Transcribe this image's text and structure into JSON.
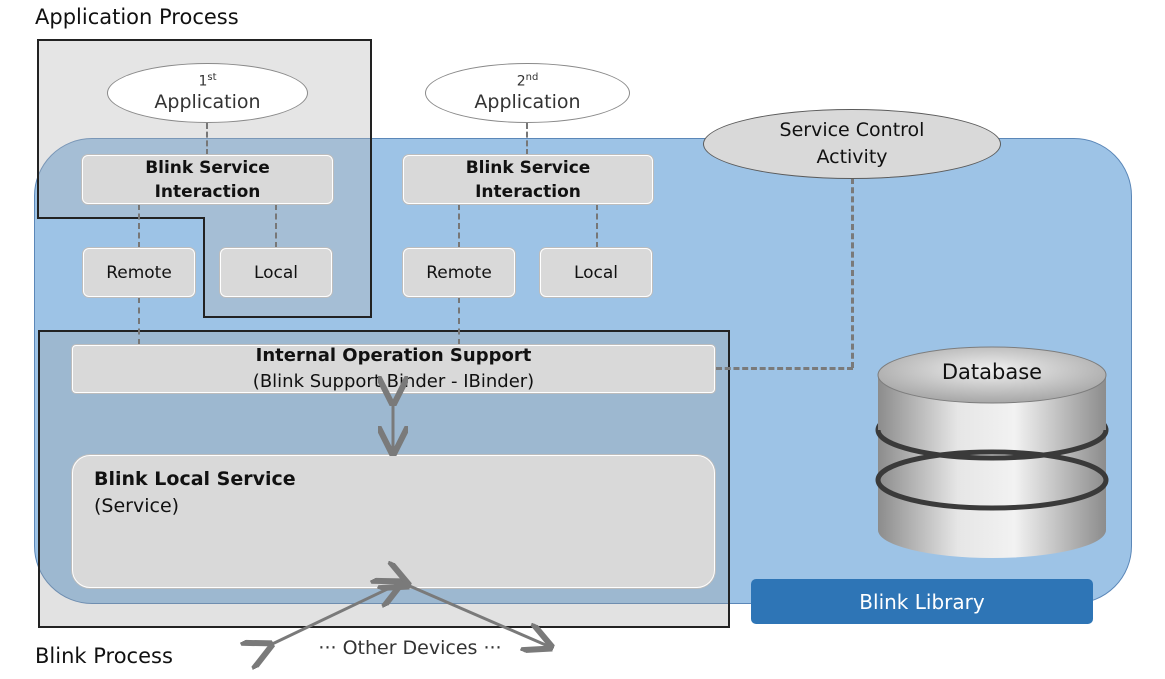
{
  "regions": {
    "application_process": "Application Process",
    "blink_process": "Blink Process"
  },
  "apps": [
    {
      "ordinal": "1",
      "suffix": "st",
      "label": "Application"
    },
    {
      "ordinal": "2",
      "suffix": "nd",
      "label": "Application"
    }
  ],
  "service_control": {
    "line1": "Service Control",
    "line2": "Activity"
  },
  "interaction_boxes": [
    {
      "line1": "Blink Service",
      "line2": "Interaction",
      "remote": "Remote",
      "local": "Local"
    },
    {
      "line1": "Blink Service",
      "line2": "Interaction",
      "remote": "Remote",
      "local": "Local"
    }
  ],
  "internal_support": {
    "title": "Internal Operation Support",
    "subtitle": "(Blink Support Binder - IBinder)"
  },
  "local_service": {
    "title": "Blink Local Service",
    "subtitle": "(Service)"
  },
  "database": {
    "label": "Database"
  },
  "library": {
    "label": "Blink Library"
  },
  "other_devices": {
    "label": "··· Other Devices ···"
  },
  "colors": {
    "library_blue": "#2e75b6",
    "area_blue": "#9dc3e6",
    "box_gray": "#d9d9d9"
  }
}
